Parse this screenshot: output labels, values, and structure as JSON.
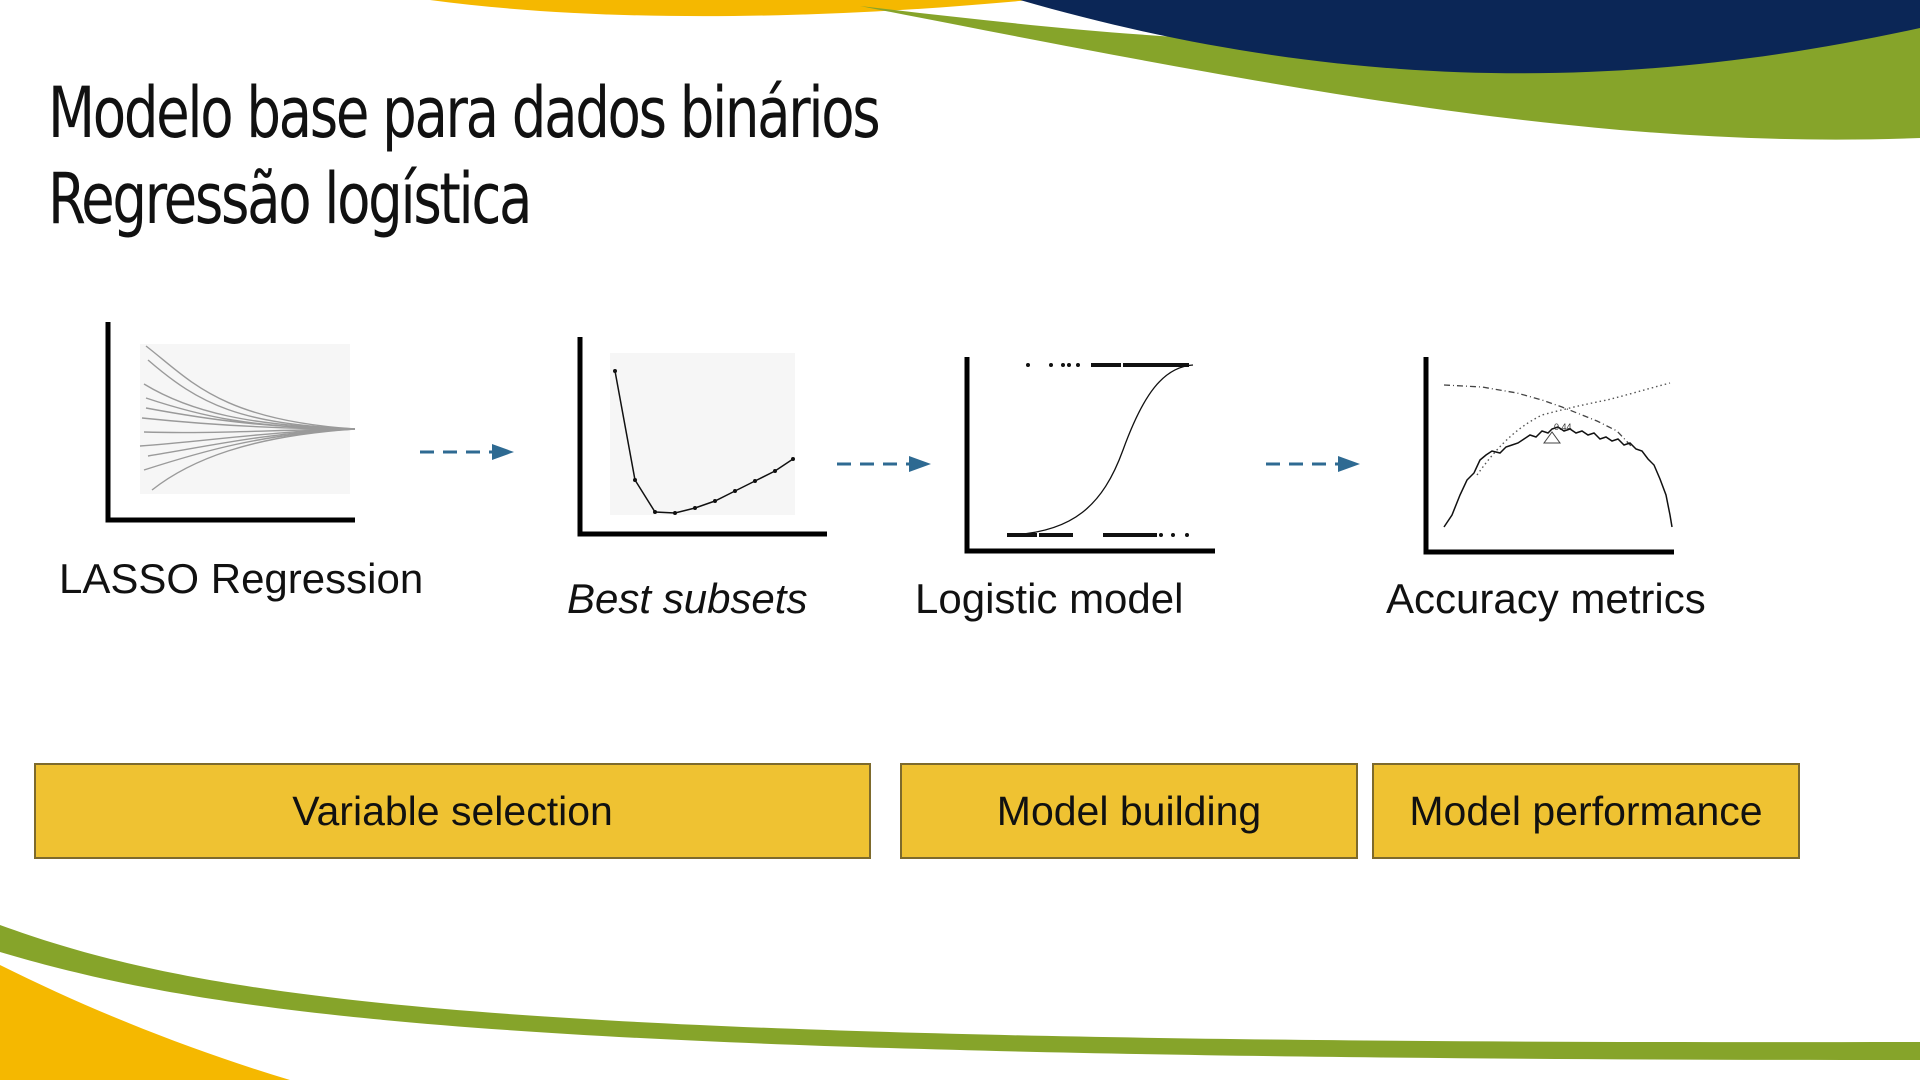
{
  "slide": {
    "title_line1": "Modelo base para dados binários",
    "title_line2": "Regressão logística"
  },
  "pipeline": {
    "steps": [
      {
        "caption": "LASSO Regression",
        "italic": false,
        "icon": "lasso-coefficient-path-plot"
      },
      {
        "caption": "Best subsets",
        "italic": true,
        "icon": "best-subsets-error-curve"
      },
      {
        "caption": "Logistic model",
        "italic": false,
        "icon": "logistic-sigmoid-curve"
      },
      {
        "caption": "Accuracy metrics",
        "italic": false,
        "icon": "accuracy-metrics-curves"
      }
    ],
    "accuracy_peak_label": "0.44"
  },
  "phases": [
    {
      "label": "Variable selection"
    },
    {
      "label": "Model building"
    },
    {
      "label": "Model performance"
    }
  ],
  "colors": {
    "yellow": "#f5b800",
    "navy": "#0b2656",
    "green": "#86a42a",
    "box_fill": "#efc232",
    "box_border": "#7d6a2c",
    "arrow": "#2e6a92"
  }
}
